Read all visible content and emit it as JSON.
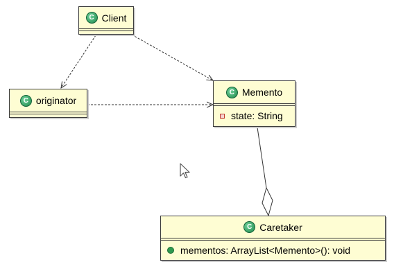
{
  "diagram": {
    "classes": [
      {
        "id": "client",
        "name": "Client",
        "icon": "class-icon",
        "members": []
      },
      {
        "id": "originator",
        "name": "originator",
        "icon": "class-icon",
        "members": []
      },
      {
        "id": "memento",
        "name": "Memento",
        "icon": "class-icon",
        "members": [
          {
            "visibility": "private",
            "icon": "private-field-icon",
            "text": "state: String"
          }
        ]
      },
      {
        "id": "caretaker",
        "name": "Caretaker",
        "icon": "class-icon",
        "members": [
          {
            "visibility": "public",
            "icon": "public-method-icon",
            "text": "mementos: ArrayList<Memento>(): void"
          }
        ]
      }
    ],
    "relationships": [
      {
        "from": "Client",
        "to": "originator",
        "type": "dependency"
      },
      {
        "from": "Client",
        "to": "Memento",
        "type": "dependency"
      },
      {
        "from": "originator",
        "to": "Memento",
        "type": "dependency"
      },
      {
        "from": "Caretaker",
        "to": "Memento",
        "type": "aggregation"
      }
    ],
    "colors": {
      "class_fill": "#fefdd3",
      "border": "#3c3c3c",
      "class_icon": "#2e9a4f",
      "private_icon": "#c0392b"
    }
  }
}
